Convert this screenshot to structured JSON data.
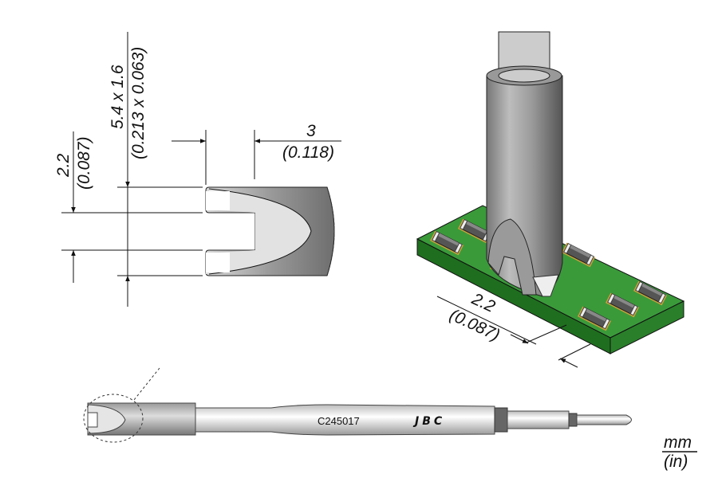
{
  "detail_view": {
    "slot_width": {
      "mm": "2.2",
      "in": "(0.087)"
    },
    "tip_size": {
      "mm": "5.4 x 1.6",
      "in": "(0.213 x 0.063)"
    },
    "slot_depth": {
      "mm": "3",
      "in": "(0.118)"
    }
  },
  "pcb_view": {
    "pad_spacing": {
      "mm": "2.2",
      "in": "(0.087)"
    }
  },
  "cartridge": {
    "part_number": "C245017",
    "brand": "JBC"
  },
  "units": {
    "primary": "mm",
    "secondary": "(in)"
  },
  "colors": {
    "pcb_green": "#2f8f2f",
    "pad_gold": "#c9a23a",
    "tip_gray": "#8a8a8a"
  }
}
